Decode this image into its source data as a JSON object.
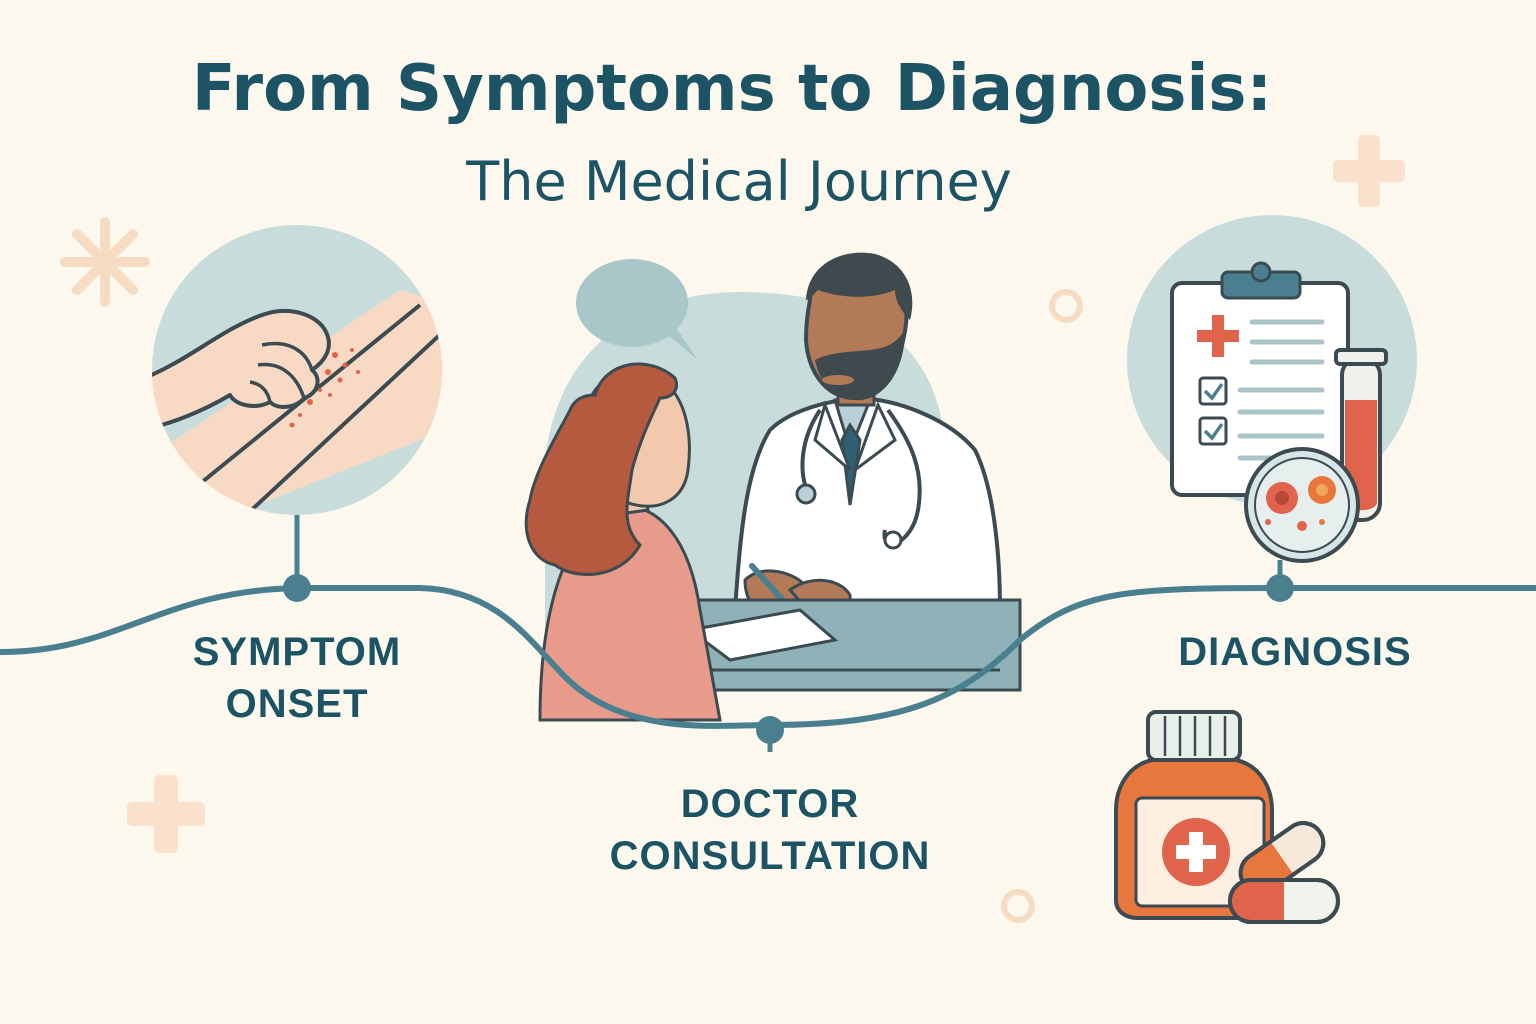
{
  "title": "From Symptoms to Diagnosis:",
  "subtitle": "The Medical Journey",
  "steps": [
    {
      "label_line1": "SYMPTOM",
      "label_line2": "ONSET"
    },
    {
      "label_line1": "DOCTOR",
      "label_line2": "CONSULTATION"
    },
    {
      "label_line1": "DIAGNOSIS"
    }
  ],
  "colors": {
    "background": "#fcf8ee",
    "primary": "#1c5466",
    "timeline": "#4a7f90",
    "accent_orange": "#e8773e",
    "accent_red": "#e0644c",
    "circle_bg": "#c9dcdc",
    "decor": "#f7dcc4"
  }
}
